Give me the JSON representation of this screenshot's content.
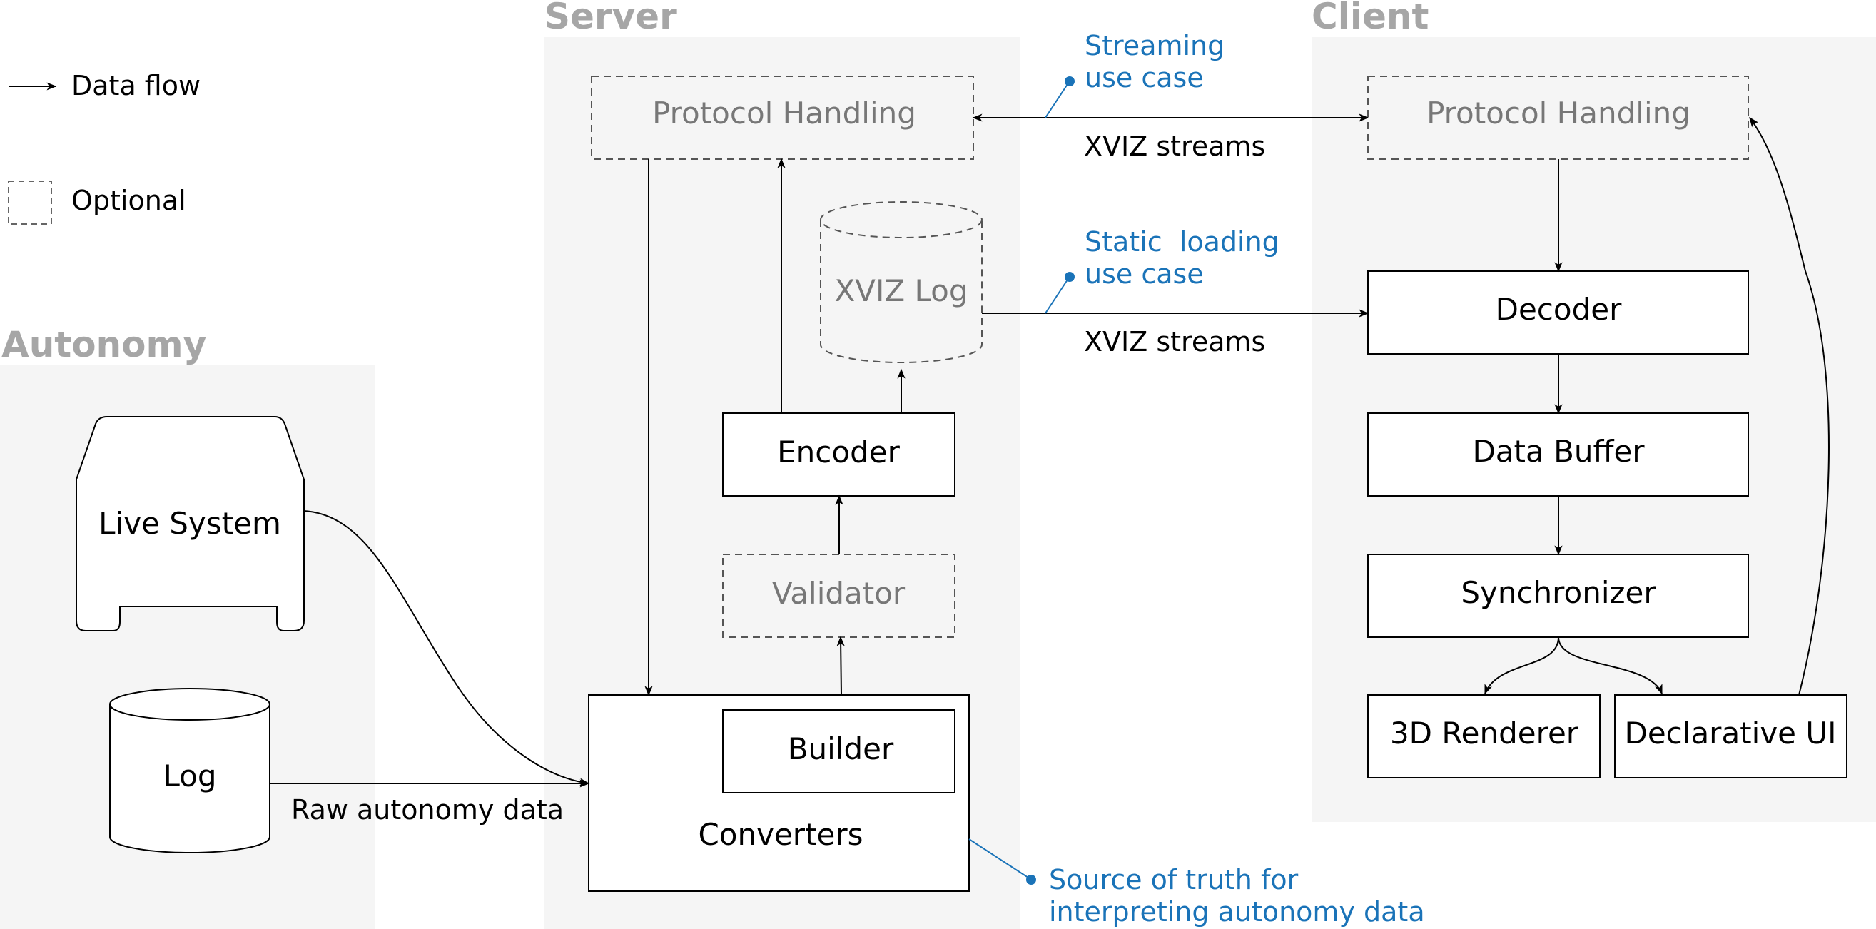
{
  "legend": {
    "data_flow": "Data flow",
    "optional": "Optional"
  },
  "regions": {
    "autonomy": "Autonomy",
    "server": "Server",
    "client": "Client"
  },
  "autonomy": {
    "live_system": "Live System",
    "log": "Log",
    "raw_data_label": "Raw autonomy data"
  },
  "server": {
    "protocol_handling": "Protocol Handling",
    "xviz_log": "XVIZ Log",
    "encoder": "Encoder",
    "validator": "Validator",
    "builder": "Builder",
    "converters": "Converters"
  },
  "client": {
    "protocol_handling": "Protocol Handling",
    "decoder": "Decoder",
    "data_buffer": "Data Buffer",
    "synchronizer": "Synchronizer",
    "renderer_3d": "3D Renderer",
    "declarative_ui": "Declarative UI"
  },
  "edges": {
    "streams_top": "XVIZ streams",
    "streams_bottom": "XVIZ streams"
  },
  "annotations": {
    "streaming_line1": "Streaming",
    "streaming_line2": "use case",
    "static_line1": "Static  loading",
    "static_line2": "use case",
    "source_line1": "Source of truth for",
    "source_line2": "interpreting autonomy data"
  },
  "colors": {
    "region_bg": "#f5f5f5",
    "region_title": "#a6a6a6",
    "optional_text": "#777777",
    "annotation": "#1a73b8",
    "stroke": "#000000"
  }
}
